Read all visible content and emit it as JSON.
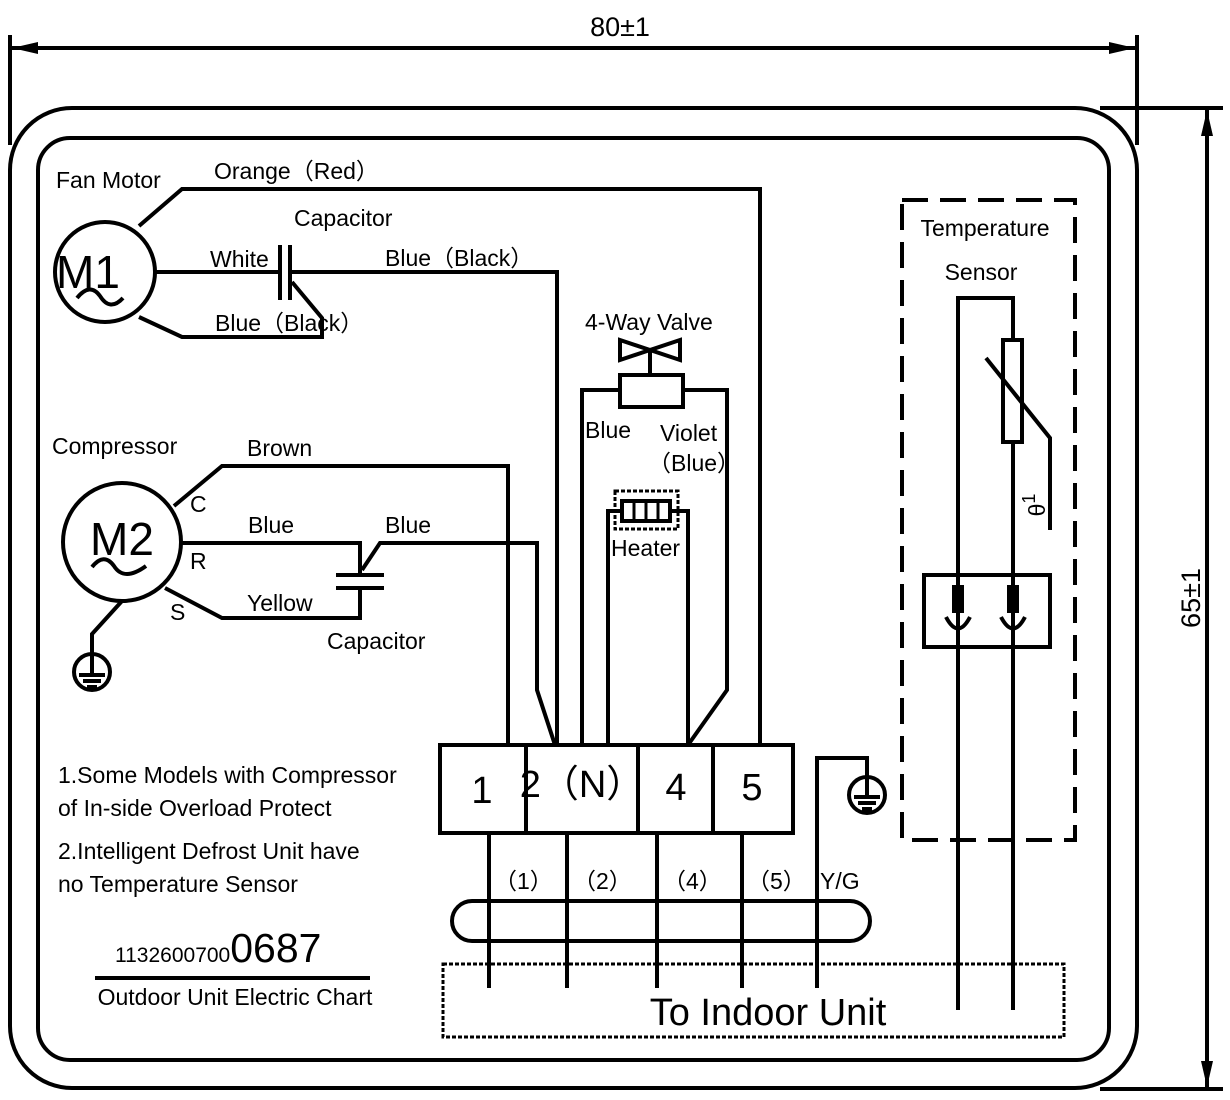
{
  "dimensions": {
    "width_label": "80±1",
    "height_label": "65±1"
  },
  "fan_motor": {
    "title": "Fan Motor",
    "symbol": "M1",
    "wire_top": "Orange（Red）",
    "wire_mid": "White",
    "wire_bottom": "Blue（Black）",
    "capacitor_label": "Capacitor",
    "capacitor_out": "Blue（Black）"
  },
  "valve": {
    "title": "4-Way Valve",
    "wire_left": "Blue",
    "wire_right_1": "Violet",
    "wire_right_2": "（Blue）",
    "heater_label": "Heater"
  },
  "compressor": {
    "title": "Compressor",
    "symbol": "M2",
    "pin_c": "C",
    "pin_r": "R",
    "pin_s": "S",
    "wire_c": "Brown",
    "wire_r": "Blue",
    "wire_s": "Yellow",
    "capacitor_out": "Blue",
    "capacitor_label": "Capacitor"
  },
  "sensor": {
    "title_1": "Temperature",
    "title_2": "Sensor",
    "theta": "θ",
    "theta_sup": "1"
  },
  "terminal_block": {
    "terminals": [
      "1",
      "2（N）",
      "4",
      "5"
    ],
    "cable_labels": [
      "（1）",
      "（2）",
      "（4）",
      "（5）",
      "Y/G"
    ],
    "destination": "To Indoor Unit"
  },
  "notes": [
    "1.Some Models with Compressor",
    "of In-side Overload Protect",
    "2.Intelligent Defrost Unit have",
    "no Temperature Sensor"
  ],
  "part_number": {
    "prefix": "1132600700",
    "suffix": "0687"
  },
  "chart_title": "Outdoor Unit Electric Chart"
}
